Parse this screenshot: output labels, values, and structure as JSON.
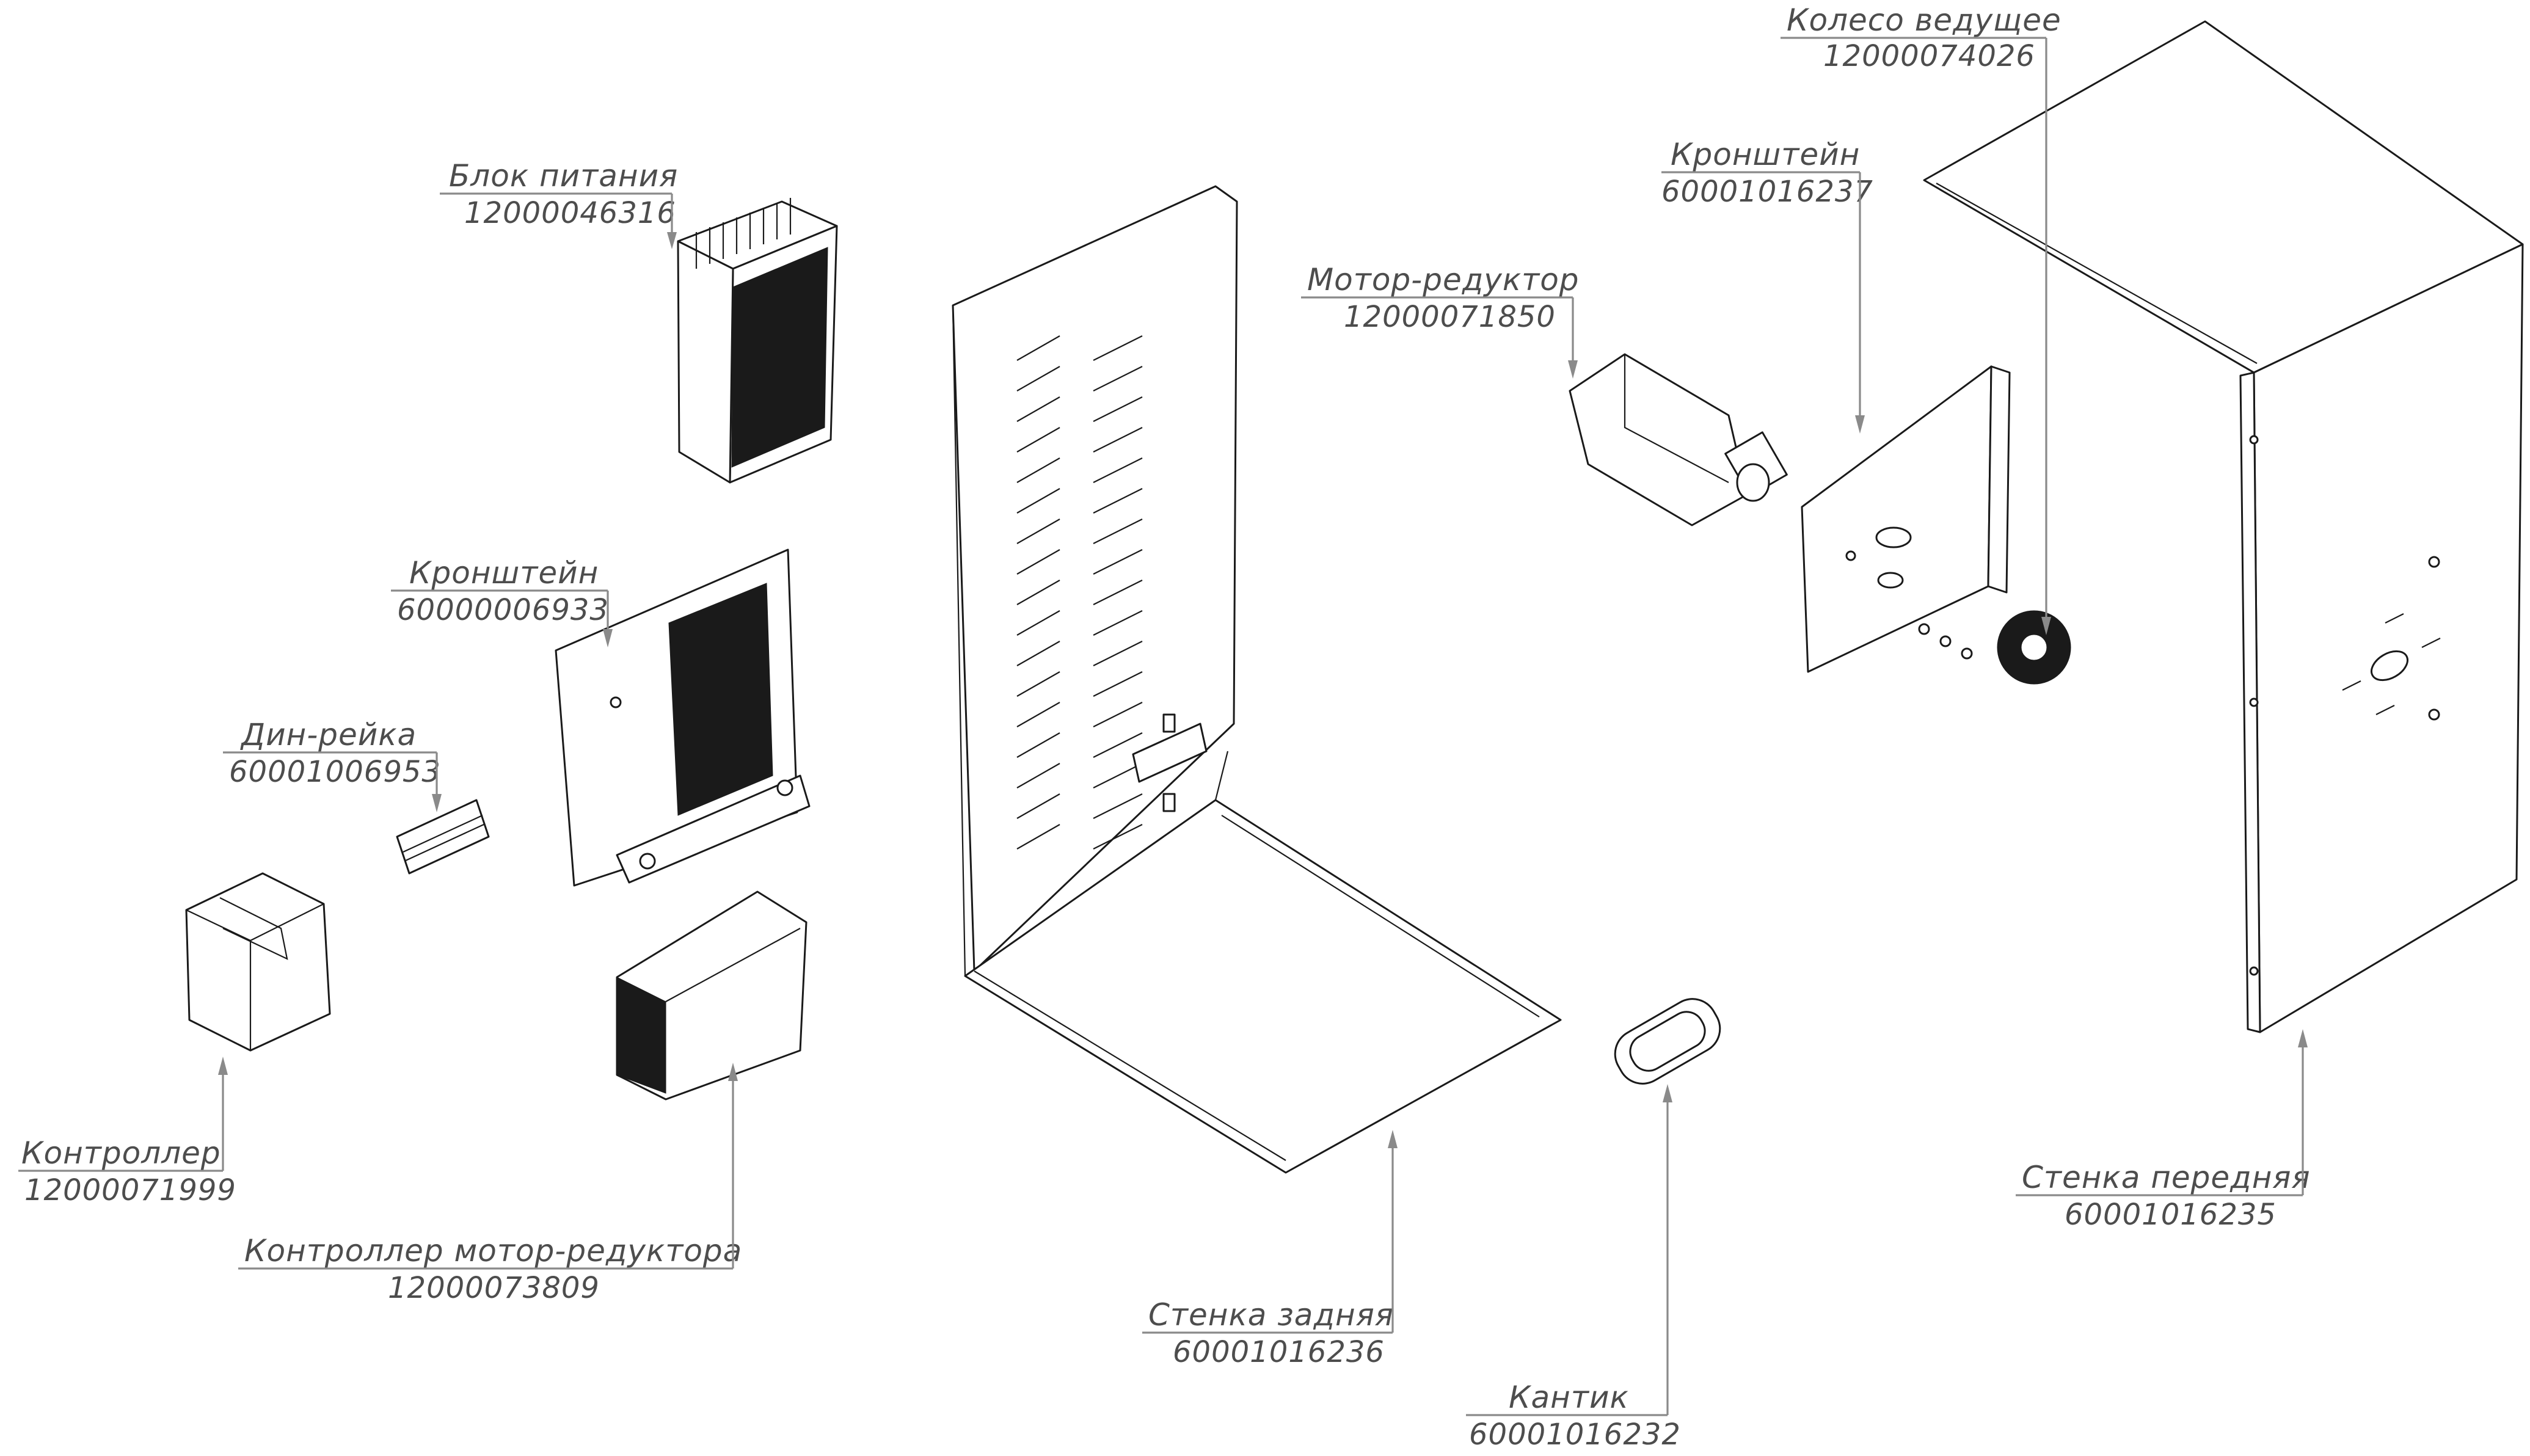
{
  "parts": [
    {
      "id": "wheel",
      "name": "Колесо ведущее",
      "code": "12000074026"
    },
    {
      "id": "bracket-motor",
      "name": "Кронштейн",
      "code": "60001016237"
    },
    {
      "id": "power-supply",
      "name": "Блок питания",
      "code": "12000046316"
    },
    {
      "id": "motor-reducer",
      "name": "Мотор-редуктор",
      "code": "12000071850"
    },
    {
      "id": "bracket",
      "name": "Кронштейн",
      "code": "60000006933"
    },
    {
      "id": "din-rail",
      "name": "Дин-рейка",
      "code": "60001006953"
    },
    {
      "id": "controller",
      "name": "Контроллер",
      "code": "12000071999"
    },
    {
      "id": "motor-controller",
      "name": "Контроллер мотор-редуктора",
      "code": "12000073809"
    },
    {
      "id": "back-wall",
      "name": "Стенка задняя",
      "code": "60001016236"
    },
    {
      "id": "edging",
      "name": "Кантик",
      "code": "60001016232"
    },
    {
      "id": "front-wall",
      "name": "Стенка передняя",
      "code": "60001016235"
    }
  ],
  "colors": {
    "line": "#1a1a1a",
    "leader": "#8a8a8a",
    "text": "#4d4d4d"
  }
}
